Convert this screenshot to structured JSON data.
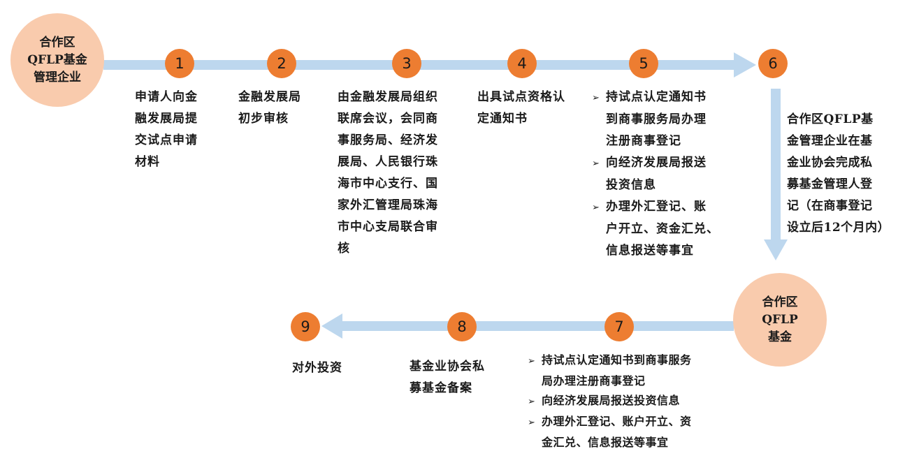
{
  "colors": {
    "arrow": "#bdd7ee",
    "step_circle": "#ed7d31",
    "entity_circle": "#f9cbad"
  },
  "entities": {
    "top": [
      "合作区",
      "QFLP基金",
      "管理企业"
    ],
    "bottom": [
      "合作区",
      "QFLP",
      "基金"
    ]
  },
  "steps": [
    {
      "num": "1",
      "lines": [
        "申请人向金",
        "融发展局提",
        "交试点申请",
        "材料"
      ]
    },
    {
      "num": "2",
      "lines": [
        "金融发展局",
        "初步审核"
      ]
    },
    {
      "num": "3",
      "lines": [
        "由金融发展局组织",
        "联席会议，会同商",
        "事服务局、经济发",
        "展局、人民银行珠",
        "海市中心支行、国",
        "家外汇管理局珠海",
        "市中心支局联合审",
        "核"
      ]
    },
    {
      "num": "4",
      "lines": [
        "出具试点资格认",
        "定通知书"
      ]
    },
    {
      "num": "5",
      "bullets": [
        [
          "持试点认定通知书",
          "到商事服务局办理",
          "注册商事登记"
        ],
        [
          "向经济发展局报送",
          "投资信息"
        ],
        [
          "办理外汇登记、账",
          "户开立、资金汇兑、",
          "信息报送等事宜"
        ]
      ]
    },
    {
      "num": "6",
      "lines": [
        "合作区QFLP基",
        "金管理企业在基",
        "金业协会完成私",
        "募基金管理人登",
        "记（在商事登记",
        "设立后12个月内）"
      ]
    },
    {
      "num": "7",
      "bullets": [
        [
          "持试点认定通知书到商事服务",
          "局办理注册商事登记"
        ],
        [
          "向经济发展局报送投资信息"
        ],
        [
          "办理外汇登记、账户开立、资",
          "金汇兑、信息报送等事宜"
        ]
      ]
    },
    {
      "num": "8",
      "lines": [
        "基金业协会私",
        "募基金备案"
      ]
    },
    {
      "num": "9",
      "lines": [
        "对外投资"
      ]
    }
  ]
}
